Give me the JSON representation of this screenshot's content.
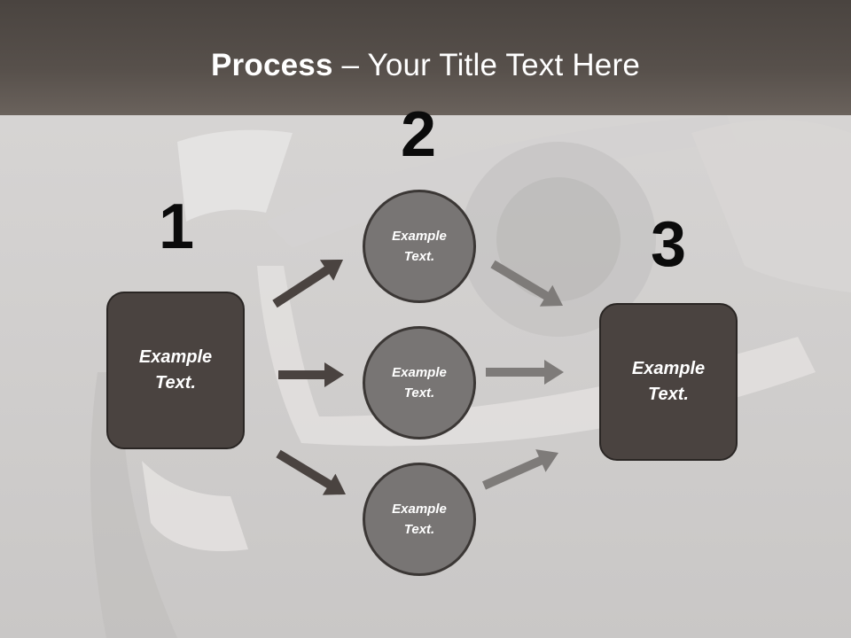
{
  "title": {
    "bold": "Process",
    "rest": " – Your Title Text Here"
  },
  "steps": {
    "one": "1",
    "two": "2",
    "three": "3"
  },
  "left_box": {
    "text": "Example\nText."
  },
  "circles": [
    "Example\nText.",
    "Example\nText.",
    "Example\nText."
  ],
  "right_box": {
    "text": "Example\nText."
  },
  "colors": {
    "box": "#4a4340",
    "circle": "#787574",
    "arrow_dark": "#4a4340",
    "arrow_light": "#7e7b79"
  }
}
